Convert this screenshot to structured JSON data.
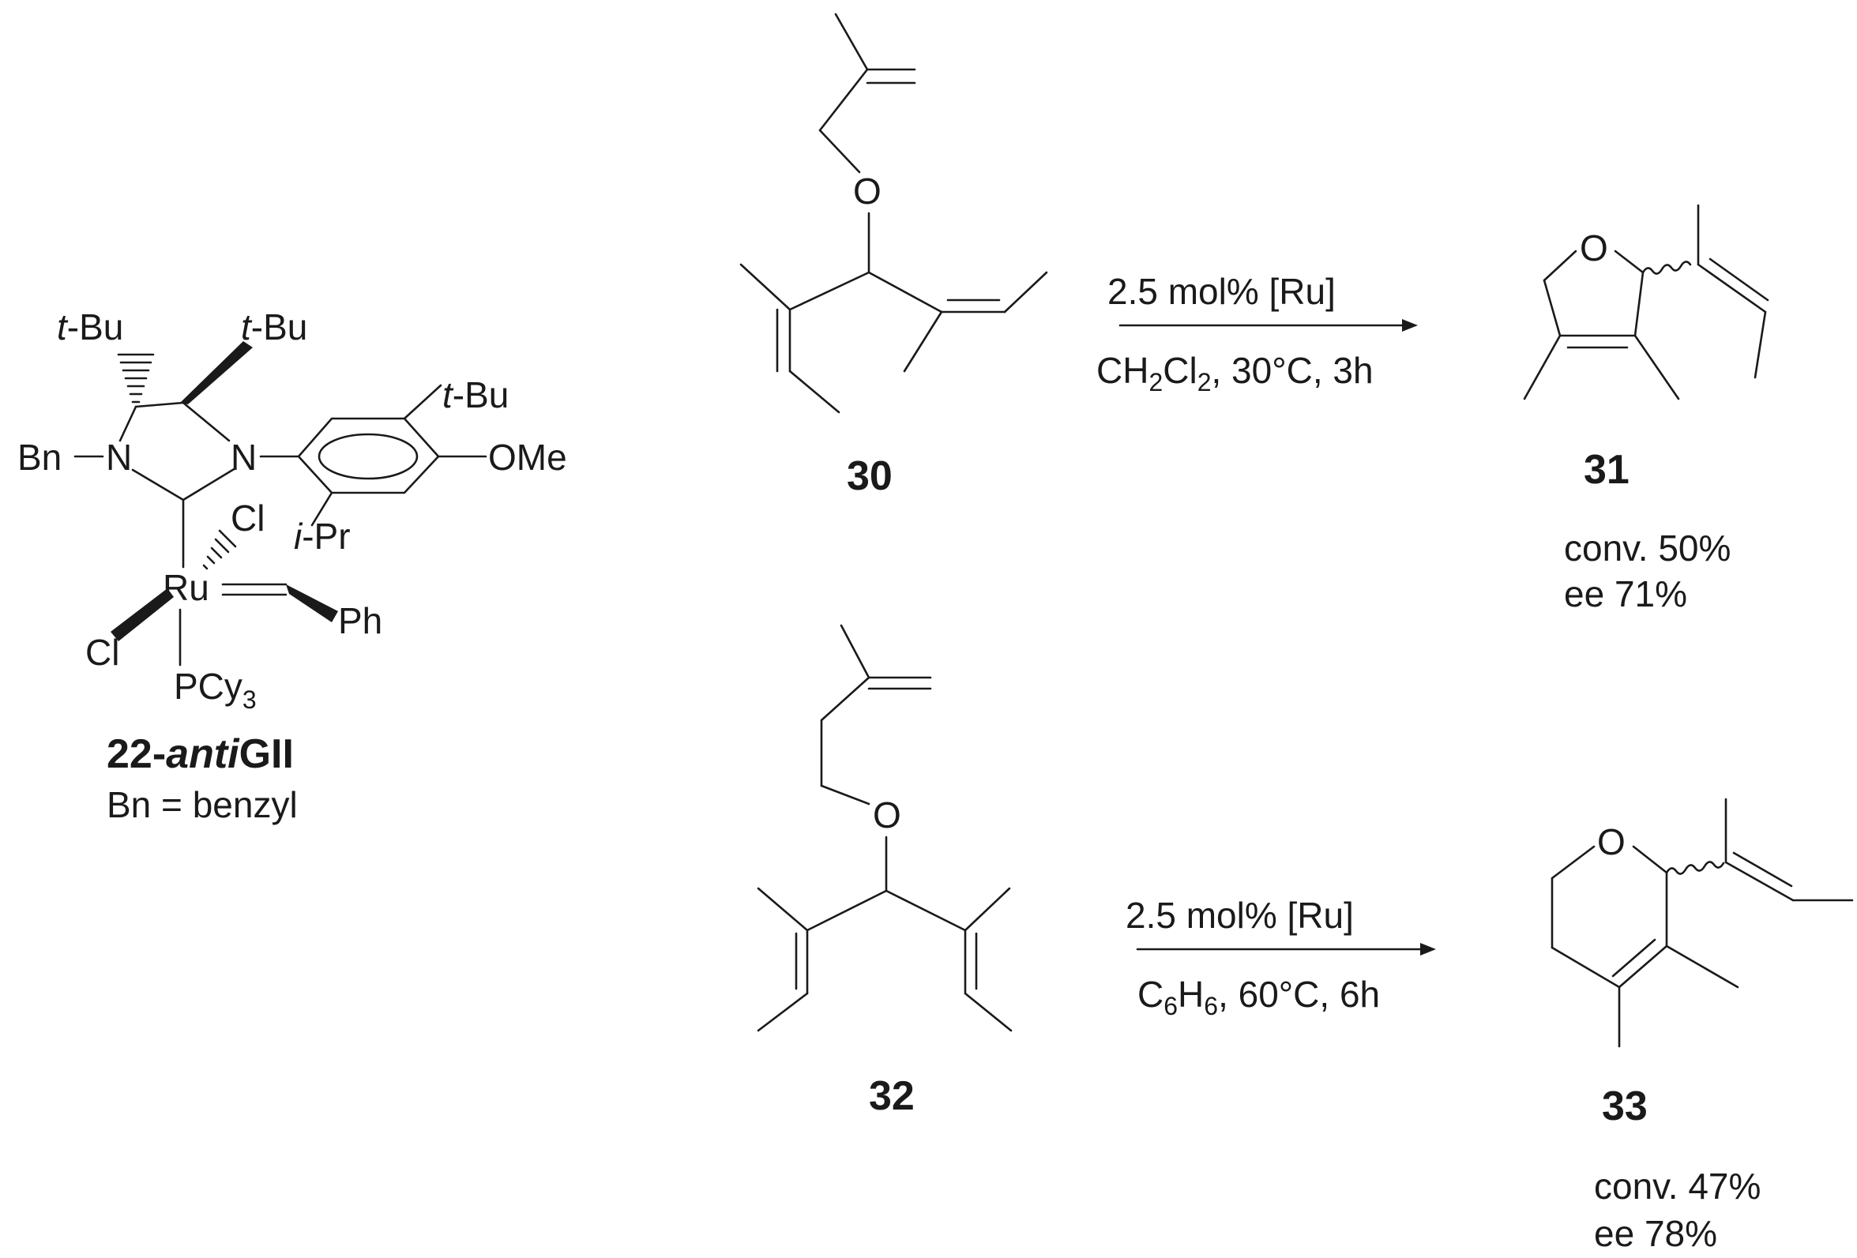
{
  "catalyst": {
    "tbu": "t",
    "tbu_suffix": "-Bu",
    "bn": "Bn",
    "n": "N",
    "ome": "OMe",
    "ipr": "i",
    "ipr_suffix": "-Pr",
    "cl": "Cl",
    "ru": "Ru",
    "ph": "Ph",
    "pcy": "PCy",
    "pcy_sub": "3",
    "name_num": "22-",
    "name_italic": "anti",
    "name_suffix": "GII",
    "bn_def": "Bn = benzyl"
  },
  "reaction1": {
    "substrate_num": "30",
    "oxygen": "O",
    "reagent": "2.5 mol% [Ru]",
    "cond_a": "CH",
    "cond_a_sub1": "2",
    "cond_b": "Cl",
    "cond_b_sub2": "2",
    "cond_rest": ", 30°C, 3h",
    "product_num": "31",
    "product_oxygen": "O",
    "conv": "conv. 50%",
    "ee": "ee 71%"
  },
  "reaction2": {
    "substrate_num": "32",
    "oxygen": "O",
    "reagent": "2.5 mol% [Ru]",
    "cond_a": "C",
    "cond_a_sub1": "6",
    "cond_b": "H",
    "cond_b_sub2": "6",
    "cond_rest": ", 60°C, 6h",
    "product_num": "33",
    "product_oxygen": "O",
    "conv": "conv. 47%",
    "ee": "ee 78%"
  }
}
